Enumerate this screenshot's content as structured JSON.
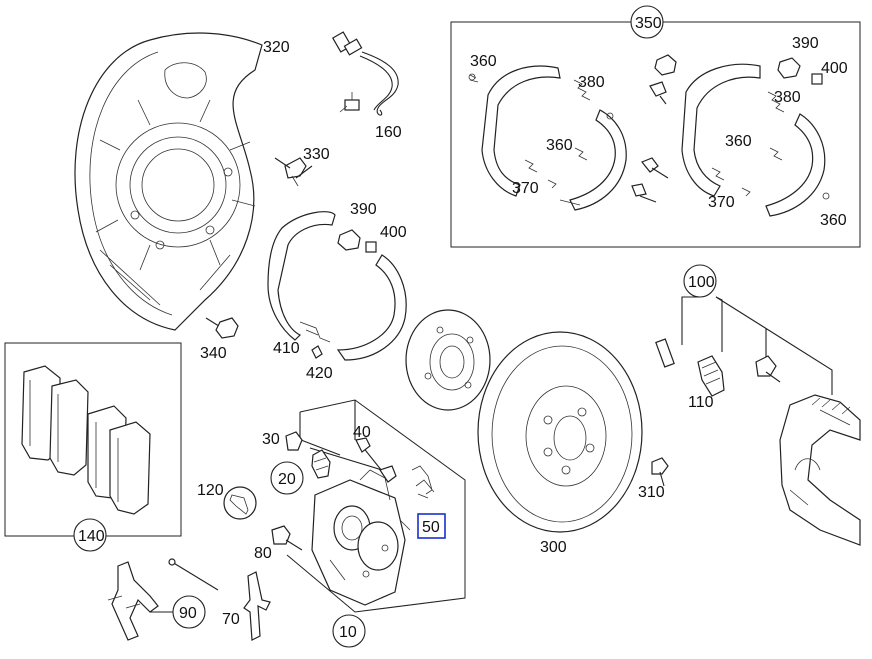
{
  "diagram": {
    "labels": {
      "p320": "320",
      "p160": "160",
      "p330": "330",
      "p350": "350",
      "p360a": "360",
      "p380a": "380",
      "p390a": "390",
      "p400a": "400",
      "p380b": "380",
      "p360b": "360",
      "p360c": "360",
      "p370a": "370",
      "p370b": "370",
      "p360d": "360",
      "p390b": "390",
      "p400b": "400",
      "p100": "100",
      "p340": "340",
      "p410": "410",
      "p420": "420",
      "p110": "110",
      "p30": "30",
      "p40": "40",
      "p20": "20",
      "p120": "120",
      "p50": "50",
      "p310": "310",
      "p140": "140",
      "p80": "80",
      "p300": "300",
      "p90": "90",
      "p70": "70",
      "p10": "10"
    }
  }
}
